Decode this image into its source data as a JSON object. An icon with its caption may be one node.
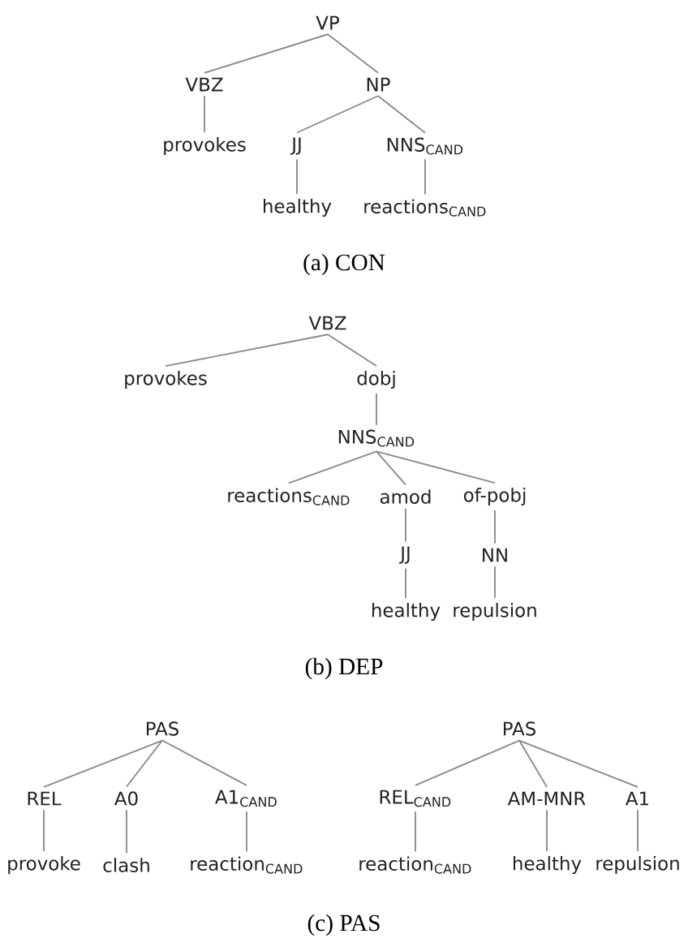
{
  "diagram": {
    "nodes": [
      {
        "text": [
          "VP"
        ]
      },
      {
        "text": [
          "VBZ"
        ]
      },
      {
        "text": [
          "NP"
        ]
      },
      {
        "text": [
          "provokes"
        ]
      },
      {
        "text": [
          "JJ"
        ]
      },
      {
        "text": [
          "NNS$_{CAND}$"
        ]
      },
      {
        "text": [
          "healthy"
        ]
      },
      {
        "text": [
          "reactions$_{CAND}$"
        ]
      },
      {
        "text": [
          "VBZ"
        ]
      },
      {
        "text": [
          "provokes"
        ]
      },
      {
        "text": [
          "dobj"
        ]
      },
      {
        "text": [
          "NNS$_{CAND}$"
        ]
      },
      {
        "text": [
          "reactions$_{CAND}$"
        ]
      },
      {
        "text": [
          "amod"
        ]
      },
      {
        "text": [
          "of-pobj"
        ]
      },
      {
        "text": [
          "JJ"
        ]
      },
      {
        "text": [
          "NN"
        ]
      },
      {
        "text": [
          "healthy"
        ]
      },
      {
        "text": [
          "repulsion"
        ]
      },
      {
        "text": [
          "PAS"
        ]
      },
      {
        "text": [
          "REL"
        ]
      },
      {
        "text": [
          "A0"
        ]
      },
      {
        "text": [
          "A1$_{CAND}$"
        ]
      },
      {
        "text": [
          "provoke"
        ]
      },
      {
        "text": [
          "clash"
        ]
      },
      {
        "text": [
          "reaction$_{CAND}$"
        ]
      },
      {
        "text": [
          "PAS"
        ]
      },
      {
        "text": [
          "REL$_{CAND}$"
        ]
      },
      {
        "text": [
          "AM-MNR"
        ]
      },
      {
        "text": [
          "A1"
        ]
      },
      {
        "text": [
          "reaction$_{CAND}$"
        ]
      },
      {
        "text": [
          "healthy"
        ]
      },
      {
        "text": [
          "repulsion"
        ]
      }
    ],
    "edges": [
      {
        "from": 0,
        "to": 1,
        "arrow": "none"
      },
      {
        "from": 0,
        "to": 2,
        "arrow": "none"
      },
      {
        "from": 1,
        "to": 3,
        "arrow": "none"
      },
      {
        "from": 2,
        "to": 4,
        "arrow": "none"
      },
      {
        "from": 2,
        "to": 5,
        "arrow": "none"
      },
      {
        "from": 4,
        "to": 6,
        "arrow": "none"
      },
      {
        "from": 5,
        "to": 7,
        "arrow": "none"
      },
      {
        "from": 8,
        "to": 9,
        "arrow": "none"
      },
      {
        "from": 8,
        "to": 10,
        "arrow": "none"
      },
      {
        "from": 10,
        "to": 11,
        "arrow": "none"
      },
      {
        "from": 11,
        "to": 12,
        "arrow": "none"
      },
      {
        "from": 11,
        "to": 13,
        "arrow": "none"
      },
      {
        "from": 11,
        "to": 14,
        "arrow": "none"
      },
      {
        "from": 13,
        "to": 15,
        "arrow": "none"
      },
      {
        "from": 14,
        "to": 16,
        "arrow": "none"
      },
      {
        "from": 15,
        "to": 17,
        "arrow": "none"
      },
      {
        "from": 16,
        "to": 18,
        "arrow": "none"
      },
      {
        "from": 19,
        "to": 20,
        "arrow": "none"
      },
      {
        "from": 19,
        "to": 21,
        "arrow": "none"
      },
      {
        "from": 19,
        "to": 22,
        "arrow": "none"
      },
      {
        "from": 20,
        "to": 23,
        "arrow": "none"
      },
      {
        "from": 21,
        "to": 24,
        "arrow": "none"
      },
      {
        "from": 22,
        "to": 25,
        "arrow": "none"
      },
      {
        "from": 26,
        "to": 27,
        "arrow": "none"
      },
      {
        "from": 26,
        "to": 28,
        "arrow": "none"
      },
      {
        "from": 26,
        "to": 29,
        "arrow": "none"
      },
      {
        "from": 27,
        "to": 30,
        "arrow": "none"
      },
      {
        "from": 28,
        "to": 31,
        "arrow": "none"
      },
      {
        "from": 29,
        "to": 32,
        "arrow": "none"
      }
    ],
    "labels": [
      "(a) CON",
      "(b) DEP",
      "(c) PAS"
    ]
  }
}
